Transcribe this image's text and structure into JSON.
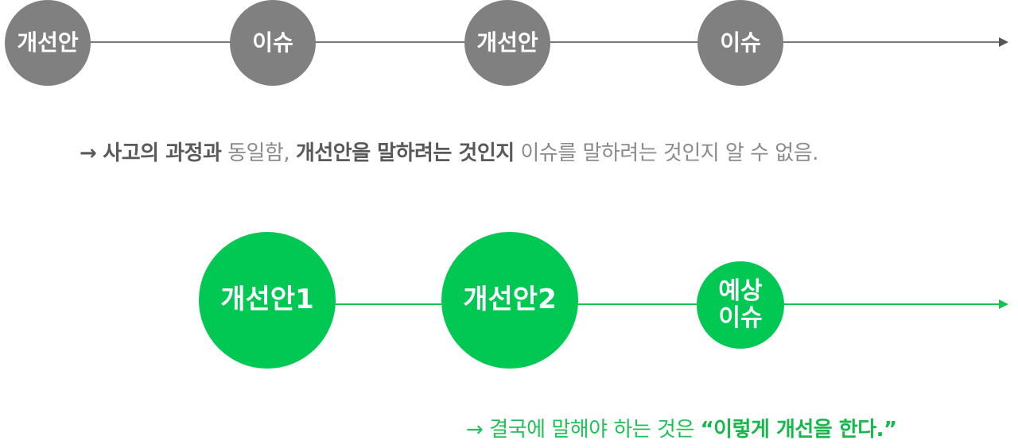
{
  "top_timeline": {
    "nodes": [
      {
        "label": "개선안"
      },
      {
        "label": "이슈"
      },
      {
        "label": "개선안"
      },
      {
        "label": "이슈"
      }
    ],
    "caption": {
      "arrow": "→",
      "strong_1": "사고의 과정과",
      "plain_1": " 동일함, ",
      "strong_2": "개선안을 말하려는 것인지",
      "plain_2": " 이슈를 말하려는 것인지 알 수 없음."
    }
  },
  "bottom_timeline": {
    "nodes": [
      {
        "label": "개선안1"
      },
      {
        "label": "개선안2"
      },
      {
        "label": "예상\n이슈"
      }
    ],
    "caption": {
      "arrow": "→",
      "plain_1": "결국에 말해야 하는 것은 ",
      "strong_1": "“이렇게 개선을 한다.”"
    }
  },
  "colors": {
    "gray_node": "#808080",
    "gray_line": "#777777",
    "green_node": "#00c853",
    "green_line": "#19c24f",
    "caption_gray": "#8a8a8a",
    "caption_dark": "#595959",
    "caption_green": "#1fc256"
  }
}
